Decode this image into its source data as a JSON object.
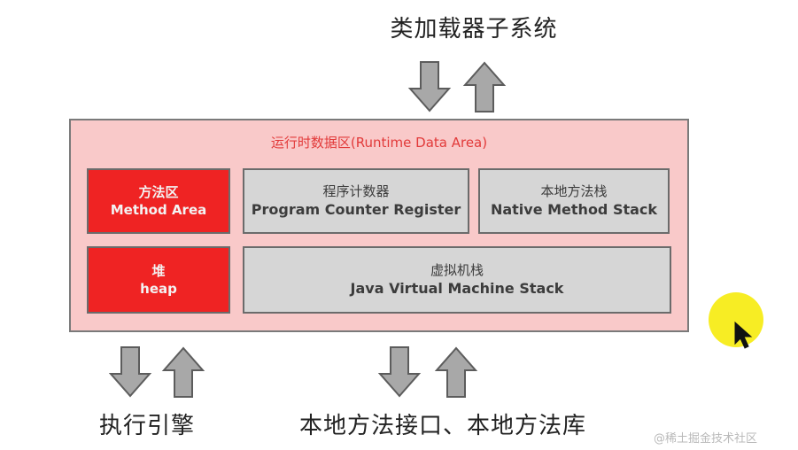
{
  "top_label": "类加载器子系统",
  "runtime_area": {
    "title": "运行时数据区(Runtime Data Area)",
    "method_area": {
      "cn": "方法区",
      "en": "Method Area"
    },
    "pc_register": {
      "cn": "程序计数器",
      "en": "Program Counter Register"
    },
    "native_stack": {
      "cn": "本地方法栈",
      "en": "Native Method Stack"
    },
    "heap": {
      "cn": "堆",
      "en": "heap"
    },
    "jvm_stack": {
      "cn": "虚拟机栈",
      "en": "Java Virtual Machine Stack"
    }
  },
  "bottom_left_label": "执行引擎",
  "bottom_right_label": "本地方法接口、本地方法库",
  "watermark": "@稀土掘金技术社区",
  "colors": {
    "runtime_bg": "#f9c9c9",
    "red_box": "#ef2323",
    "gray_box": "#d6d6d6",
    "arrow_fill": "#a8a8a8",
    "title_red": "#e23a3a",
    "cursor_highlight": "#f7ec18"
  }
}
